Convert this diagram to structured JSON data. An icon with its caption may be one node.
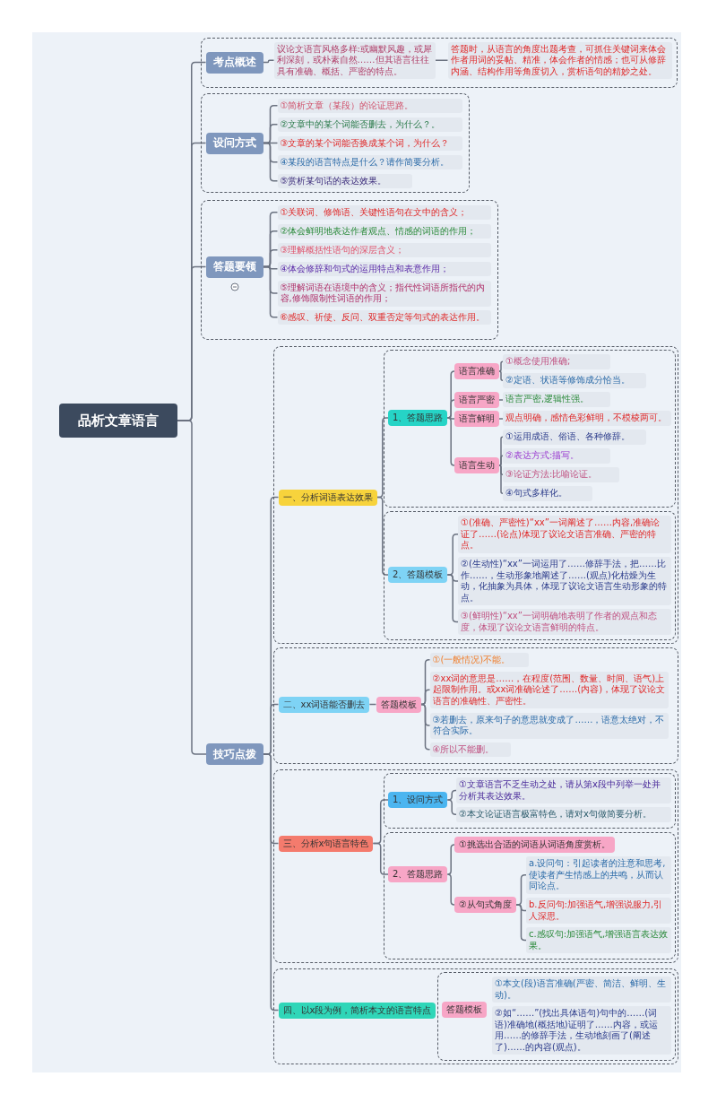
{
  "diagram": {
    "nodes": [
      {
        "text": [
          "品析文章语言"
        ]
      },
      {
        "text": [],
        "shape": "box"
      },
      {
        "text": [
          "考点概述"
        ],
        "in": 1
      },
      {
        "text": [
          "议论文语言风格多样:或幽默风趣，或犀利深刻，或朴素自然……但其语言往往具有准确、概括、严密的特点。"
        ],
        "in": 1
      },
      {
        "text": [
          "答题时，从语言的角度出题考查，可抓住关键词来体会作者用词的妥帖、精准，体会作者的情感；也可从修辞内涵、结构作用等角度切入，赏析语句的精妙之处。"
        ],
        "in": 1
      },
      {
        "text": [],
        "shape": "box"
      },
      {
        "text": [
          "设问方式"
        ],
        "in": 5
      },
      {
        "text": [
          "①简析文章（某段）的论证思路。"
        ],
        "in": 5
      },
      {
        "text": [
          "②文章中的某个词能否删去，为什么？。"
        ],
        "in": 5
      },
      {
        "text": [
          "③文章的某个词能否换成某个词，为什么？"
        ],
        "in": 5
      },
      {
        "text": [
          "④某段的语言特点是什么？请作简要分析。"
        ],
        "in": 5
      },
      {
        "text": [
          "⑤赏析某句话的表达效果。"
        ],
        "in": 5
      },
      {
        "text": [],
        "shape": "box"
      },
      {
        "text": [
          "答题要领"
        ],
        "in": 12
      },
      {
        "text": [
          "①关联词、修饰语、关键性语句在文中的含义；"
        ],
        "in": 12
      },
      {
        "text": [
          "②体会鲜明地表达作者观点、情感的词语的作用；"
        ],
        "in": 12
      },
      {
        "text": [
          "③理解概括性语句的深层含义；"
        ],
        "in": 12
      },
      {
        "text": [
          "④体会修辞和句式的运用特点和表意作用；"
        ],
        "in": 12
      },
      {
        "text": [
          "⑤理解词语在语境中的含义；指代性词语所指代的内容,修饰限制性词语的作用；"
        ],
        "in": 12
      },
      {
        "text": [
          "⑥感叹、祈使、反问、双重否定等句式的表达作用。"
        ],
        "in": 12
      },
      {
        "text": [
          "技巧点拨"
        ]
      },
      {
        "text": [],
        "shape": "box"
      },
      {
        "text": [
          "一、分析词语表达效果"
        ],
        "in": 21
      },
      {
        "text": [],
        "shape": "box",
        "in": 21
      },
      {
        "text": [
          "1、答题思路"
        ],
        "in": 23
      },
      {
        "text": [
          "语言准确"
        ],
        "in": 23
      },
      {
        "text": [
          "①概念使用准确;"
        ],
        "in": 23
      },
      {
        "text": [
          "②定语、状语等修饰成分恰当。"
        ],
        "in": 23
      },
      {
        "text": [
          "语言严密"
        ],
        "in": 23
      },
      {
        "text": [
          "语言严密,逻辑性强。"
        ],
        "in": 23
      },
      {
        "text": [
          "语言鲜明"
        ],
        "in": 23
      },
      {
        "text": [
          "观点明确，感情色彩鲜明，不模棱两可。"
        ],
        "in": 23
      },
      {
        "text": [
          "语言生动"
        ],
        "in": 23
      },
      {
        "text": [
          "①运用成语、俗语、各种修辞。"
        ],
        "in": 23
      },
      {
        "text": [
          "②表达方式:描写。"
        ],
        "in": 23
      },
      {
        "text": [
          "③论证方法:比喻论证。"
        ],
        "in": 23
      },
      {
        "text": [
          "④句式多样化。"
        ],
        "in": 23
      },
      {
        "text": [],
        "shape": "box",
        "in": 21
      },
      {
        "text": [
          "2、答题模板"
        ],
        "in": 37
      },
      {
        "text": [
          "①(准确、严密性)“xx”一词阐述了……内容,准确论证了……(论点)体现了议论文语言准确、严密的特点。"
        ],
        "in": 37
      },
      {
        "text": [
          "②(生动性)“xx”一词运用了……修辞手法，把……比作……，生动形象地阐述了……(观点)化枯燥为生动，化抽象为具体，体现了议论文语言生动形象的特点。"
        ],
        "in": 37
      },
      {
        "text": [
          "③(鲜明性)“xx”一词明确地表明了作者的观点和态度，体现了议论文语言鲜明的特点。"
        ],
        "in": 37
      },
      {
        "text": [],
        "shape": "box"
      },
      {
        "text": [
          "二、xx词语能否删去"
        ],
        "in": 42
      },
      {
        "text": [
          "答题模板"
        ],
        "in": 42
      },
      {
        "text": [
          "①(一般情况)不能。"
        ],
        "in": 42
      },
      {
        "text": [
          "②xx词的意思是……，在程度(范围、数量、时间、语气)上起限制作用。或xx词准确论述了……(内容)，体现了议论文语言的准确性、严密性。"
        ],
        "in": 42
      },
      {
        "text": [
          "③若删去，原来句子的意思就变成了……，语意太绝对，不符合实际。"
        ],
        "in": 42
      },
      {
        "text": [
          "④所以不能删。"
        ],
        "in": 42
      },
      {
        "text": [],
        "shape": "box"
      },
      {
        "text": [
          "三、分析x句语言特色"
        ],
        "in": 49
      },
      {
        "text": [],
        "shape": "box",
        "in": 49
      },
      {
        "text": [
          "1、设问方式"
        ],
        "in": 51
      },
      {
        "text": [
          "①文章语言不乏生动之处，请从第x段中列举一处并分析其表达效果。"
        ],
        "in": 51
      },
      {
        "text": [
          "②本文论证语言极富特色，请对x句做简要分析。"
        ],
        "in": 51
      },
      {
        "text": [],
        "shape": "box",
        "in": 49
      },
      {
        "text": [
          "2、答题思路"
        ],
        "in": 55
      },
      {
        "text": [
          "①挑选出合适的词语从词语角度赏析。"
        ],
        "in": 55
      },
      {
        "text": [
          "②从句式角度"
        ],
        "in": 55
      },
      {
        "text": [
          "a.设问句：引起读者的注意和思考,使读者产生情感上的共鸣，从而认同论点。"
        ],
        "in": 55
      },
      {
        "text": [
          "b.反问句:加强语气,增强说服力,引人深思。"
        ],
        "in": 55
      },
      {
        "text": [
          "c.感叹句:加强语气,增强语言表达效果。"
        ],
        "in": 55
      },
      {
        "text": [],
        "shape": "box"
      },
      {
        "text": [
          "四、以x段为例，简析本文的语言特点"
        ],
        "in": 62
      },
      {
        "text": [],
        "shape": "box",
        "in": 62
      },
      {
        "text": [
          "答题模板"
        ],
        "in": 64
      },
      {
        "text": [
          "①本文(段)语言准确(严密、简洁、鲜明、生动)。"
        ],
        "in": 64
      },
      {
        "text": [
          "②如“……”(找出具体语句)句中的……(词语)准确地(概括地)证明了……内容，或运用……的修辞手法，生动地刻画了(阐述了)……的内容(观点)。"
        ],
        "in": 64
      }
    ],
    "edges": [
      {
        "from": 0,
        "to": 2,
        "arrow": "none"
      },
      {
        "from": 0,
        "to": 6,
        "arrow": "none"
      },
      {
        "from": 0,
        "to": 13,
        "arrow": "none"
      },
      {
        "from": 0,
        "to": 20,
        "arrow": "none"
      },
      {
        "from": 2,
        "to": 3,
        "arrow": "none"
      },
      {
        "from": 3,
        "to": 4,
        "arrow": "none"
      },
      {
        "from": 6,
        "to": 7,
        "arrow": "none"
      },
      {
        "from": 6,
        "to": 8,
        "arrow": "none"
      },
      {
        "from": 6,
        "to": 9,
        "arrow": "none"
      },
      {
        "from": 6,
        "to": 10,
        "arrow": "none"
      },
      {
        "from": 6,
        "to": 11,
        "arrow": "none"
      },
      {
        "from": 13,
        "to": 14,
        "arrow": "none"
      },
      {
        "from": 13,
        "to": 15,
        "arrow": "none"
      },
      {
        "from": 13,
        "to": 16,
        "arrow": "none"
      },
      {
        "from": 13,
        "to": 17,
        "arrow": "none"
      },
      {
        "from": 13,
        "to": 18,
        "arrow": "none"
      },
      {
        "from": 13,
        "to": 19,
        "arrow": "none"
      },
      {
        "from": 20,
        "to": 22,
        "arrow": "none"
      },
      {
        "from": 20,
        "to": 43,
        "arrow": "none"
      },
      {
        "from": 20,
        "to": 50,
        "arrow": "none"
      },
      {
        "from": 20,
        "to": 63,
        "arrow": "none"
      },
      {
        "from": 22,
        "to": 24,
        "arrow": "none"
      },
      {
        "from": 22,
        "to": 38,
        "arrow": "none"
      },
      {
        "from": 24,
        "to": 25,
        "arrow": "none"
      },
      {
        "from": 24,
        "to": 28,
        "arrow": "none"
      },
      {
        "from": 24,
        "to": 30,
        "arrow": "none"
      },
      {
        "from": 24,
        "to": 32,
        "arrow": "none"
      },
      {
        "from": 25,
        "to": 26,
        "arrow": "none"
      },
      {
        "from": 25,
        "to": 27,
        "arrow": "none"
      },
      {
        "from": 28,
        "to": 29,
        "arrow": "none"
      },
      {
        "from": 30,
        "to": 31,
        "arrow": "none"
      },
      {
        "from": 32,
        "to": 33,
        "arrow": "none"
      },
      {
        "from": 32,
        "to": 34,
        "arrow": "none"
      },
      {
        "from": 32,
        "to": 35,
        "arrow": "none"
      },
      {
        "from": 32,
        "to": 36,
        "arrow": "none"
      },
      {
        "from": 38,
        "to": 39,
        "arrow": "none"
      },
      {
        "from": 38,
        "to": 40,
        "arrow": "none"
      },
      {
        "from": 38,
        "to": 41,
        "arrow": "none"
      },
      {
        "from": 43,
        "to": 44,
        "arrow": "none"
      },
      {
        "from": 44,
        "to": 45,
        "arrow": "none"
      },
      {
        "from": 44,
        "to": 46,
        "arrow": "none"
      },
      {
        "from": 44,
        "to": 47,
        "arrow": "none"
      },
      {
        "from": 44,
        "to": 48,
        "arrow": "none"
      },
      {
        "from": 50,
        "to": 52,
        "arrow": "none"
      },
      {
        "from": 50,
        "to": 56,
        "arrow": "none"
      },
      {
        "from": 52,
        "to": 53,
        "arrow": "none"
      },
      {
        "from": 52,
        "to": 54,
        "arrow": "none"
      },
      {
        "from": 56,
        "to": 57,
        "arrow": "none"
      },
      {
        "from": 56,
        "to": 58,
        "arrow": "none"
      },
      {
        "from": 58,
        "to": 59,
        "arrow": "none"
      },
      {
        "from": 58,
        "to": 60,
        "arrow": "none"
      },
      {
        "from": 58,
        "to": 61,
        "arrow": "none"
      }
    ]
  }
}
